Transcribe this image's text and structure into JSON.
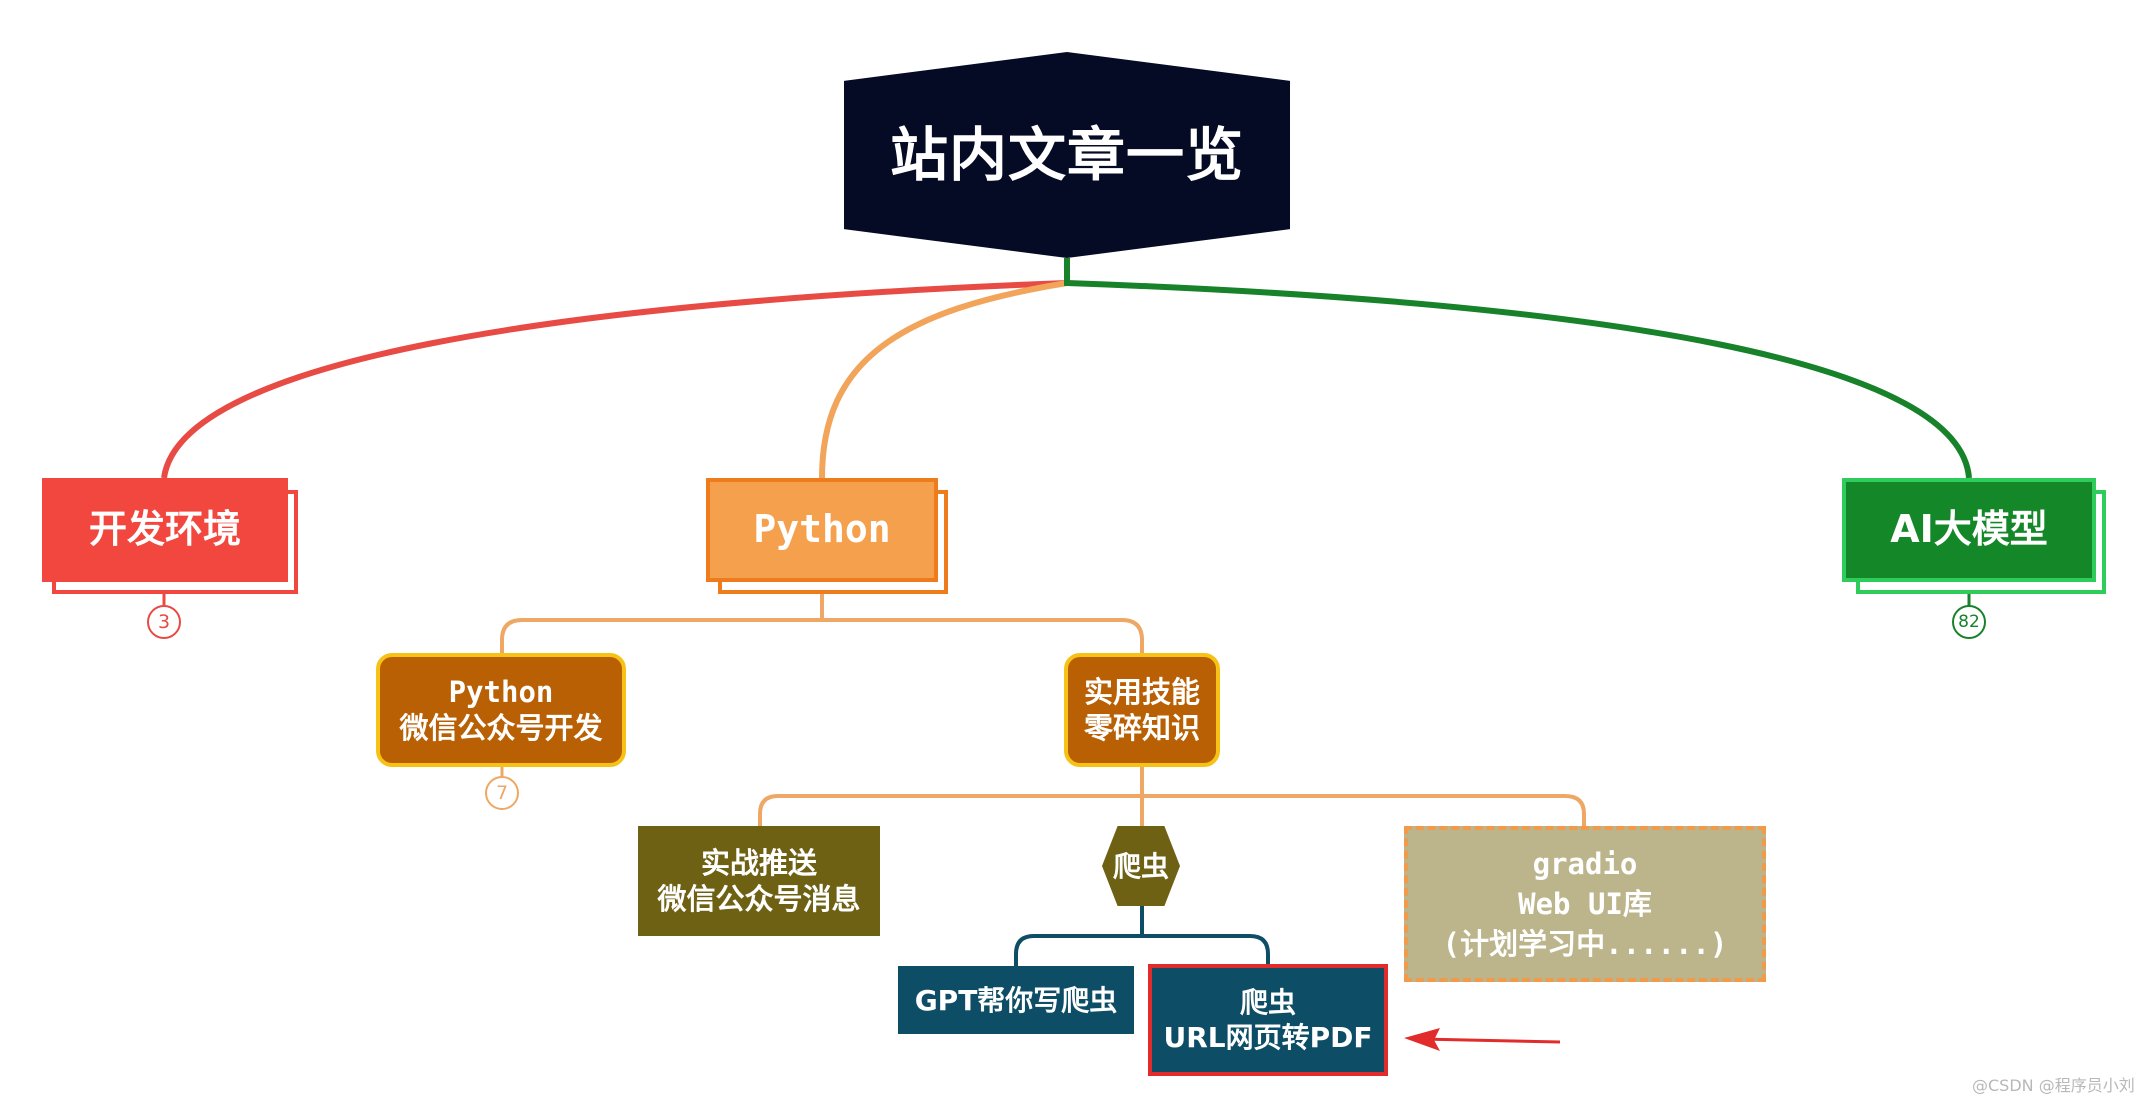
{
  "root": {
    "title": "站内文章一览"
  },
  "branches": {
    "dev_env": {
      "label": "开发环境",
      "count": "3"
    },
    "python": {
      "label": "Python",
      "wechat_dev": {
        "lines": [
          "Python",
          "微信公众号开发"
        ],
        "count": "7"
      },
      "practical": {
        "lines": [
          "实用技能",
          "零碎知识"
        ],
        "push": {
          "lines": [
            "实战推送",
            "微信公众号消息"
          ]
        },
        "crawler": {
          "label": "爬虫",
          "gpt": {
            "label": "GPT帮你写爬虫"
          },
          "url_pdf": {
            "lines": [
              "爬虫",
              "URL网页转PDF"
            ]
          }
        },
        "gradio": {
          "lines": [
            "gradio",
            "Web UI库",
            "(计划学习中......)"
          ]
        }
      }
    },
    "ai_models": {
      "label": "AI大模型",
      "count": "82"
    }
  },
  "watermark": "@CSDN @程序员小刘",
  "colors": {
    "root_bg": "#050a25",
    "dev_env": "#f2473f",
    "python": "#f5a04d",
    "python_border": "#ee7b1c",
    "ai_models": "#148728",
    "ai_models_border": "#2ecc5a",
    "level2": "#b86003",
    "level2_border": "#f7c215",
    "olive": "#6f6114",
    "teal": "#0e4d66",
    "gradio_bg": "#bcb48b",
    "highlight_border": "#e22b2b",
    "arrow": "#e22b2b"
  }
}
